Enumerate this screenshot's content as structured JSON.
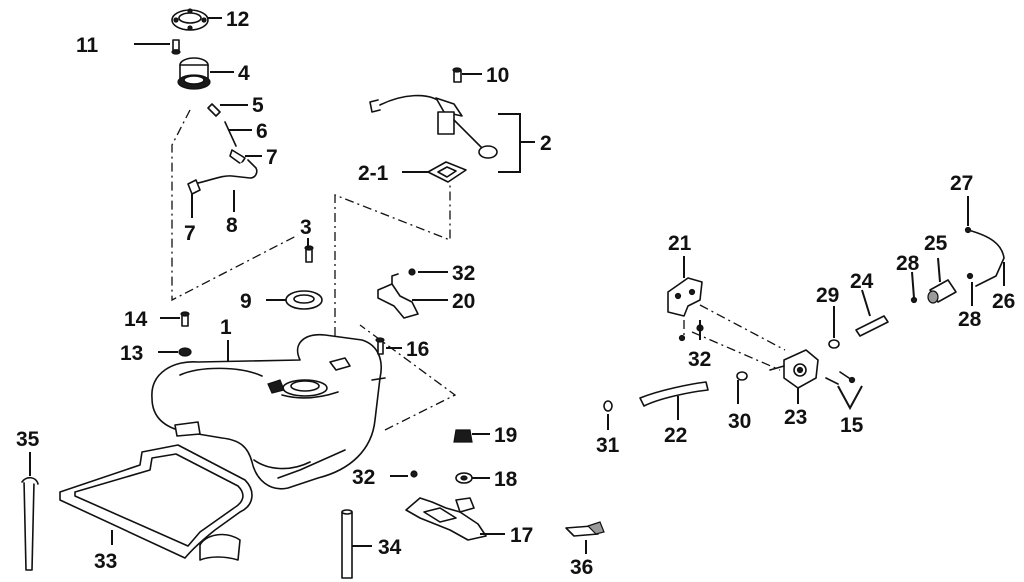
{
  "callouts": {
    "c1": "1",
    "c2": "2",
    "c2_1": "2-1",
    "c3": "3",
    "c4": "4",
    "c5": "5",
    "c6": "6",
    "c7a": "7",
    "c7b": "7",
    "c8": "8",
    "c9": "9",
    "c10": "10",
    "c11": "11",
    "c12": "12",
    "c13": "13",
    "c14": "14",
    "c15": "15",
    "c16": "16",
    "c17": "17",
    "c18": "18",
    "c19": "19",
    "c20": "20",
    "c21": "21",
    "c22": "22",
    "c23": "23",
    "c24": "24",
    "c25": "25",
    "c26": "26",
    "c27": "27",
    "c28a": "28",
    "c28b": "28",
    "c29": "29",
    "c30": "30",
    "c31": "31",
    "c32a": "32",
    "c32b": "32",
    "c32c": "32",
    "c33": "33",
    "c34": "34",
    "c35": "35",
    "c36": "36"
  },
  "colors": {
    "ink": "#111111",
    "paper": "#ffffff",
    "shade": "#9a9a9a"
  }
}
